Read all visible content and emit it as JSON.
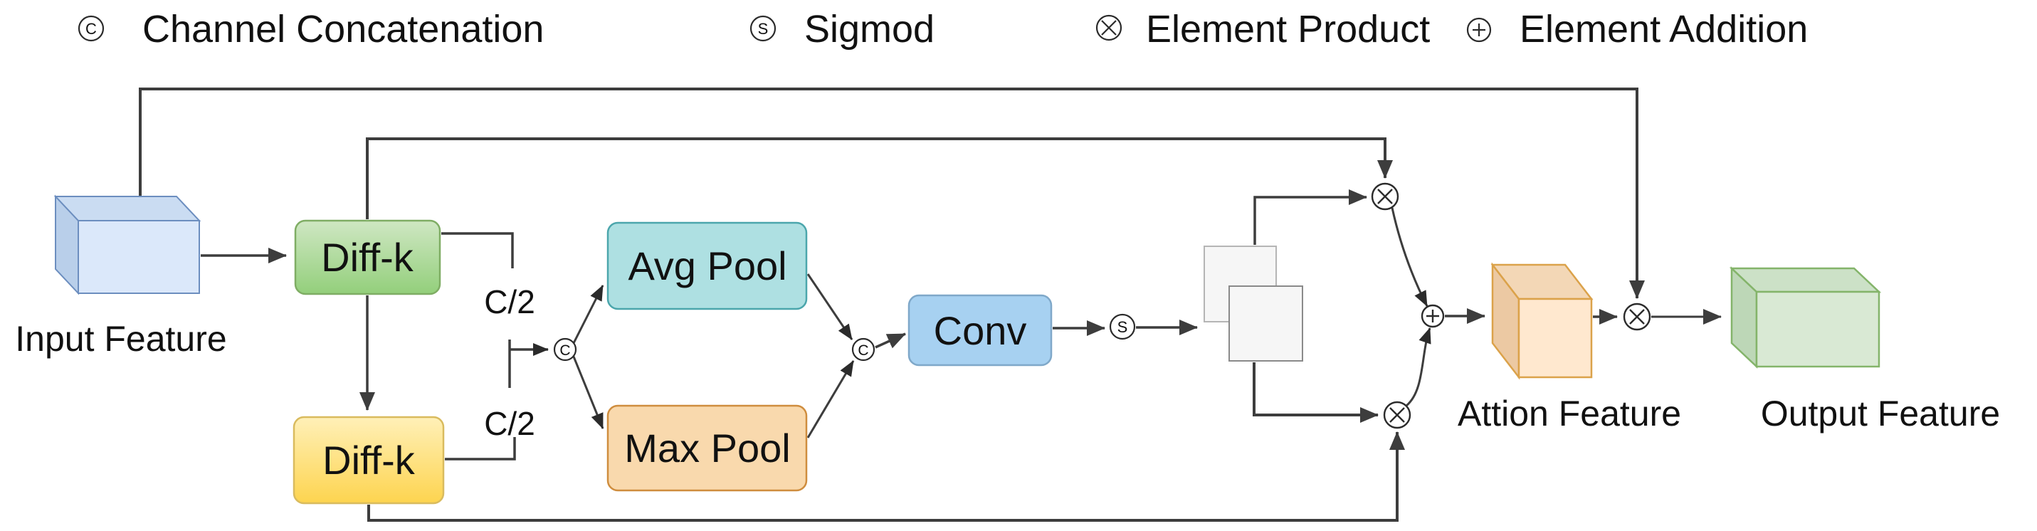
{
  "legend": {
    "items": [
      {
        "symbol": "C",
        "icon": "circled-c",
        "label": "Channel Concatenation"
      },
      {
        "symbol": "S",
        "icon": "circled-s",
        "label": "Sigmod"
      },
      {
        "symbol": "x",
        "icon": "circled-x",
        "label": "Element Product"
      },
      {
        "symbol": "+",
        "icon": "circled-plus",
        "label": "Element Addition"
      }
    ]
  },
  "nodes": {
    "input_feature": {
      "label": "Input Feature"
    },
    "diff_k_top": {
      "label": "Diff-k"
    },
    "diff_k_bottom": {
      "label": "Diff-k"
    },
    "avg_pool": {
      "label": "Avg Pool"
    },
    "max_pool": {
      "label": "Max Pool"
    },
    "conv": {
      "label": "Conv"
    },
    "attention_feature": {
      "label": "Attion Feature"
    },
    "output_feature": {
      "label": "Output Feature"
    }
  },
  "split": {
    "top_label": "C/2",
    "bottom_label": "C/2"
  },
  "operators": {
    "concat": "C",
    "sigmoid": "S"
  },
  "colors": {
    "edge": "#3d3d3d",
    "input_cube_fill": "#dbe8fa",
    "input_cube_stroke": "#6c8ebf",
    "diffk_green_fill": "#cfe7c3",
    "diffk_green_deep": "#93cf7b",
    "diffk_green_stroke": "#7fad64",
    "diffk_yellow_fill": "#fff0b8",
    "diffk_yellow_deep": "#fdd44f",
    "diffk_yellow_stroke": "#d9bb5e",
    "avg_pool_fill": "#aee0e2",
    "avg_pool_stroke": "#4ba6ac",
    "max_pool_fill": "#f9d9ad",
    "max_pool_stroke": "#cf8d3e",
    "conv_fill": "#a7d1f1",
    "conv_stroke": "#7fa8c9",
    "mask_fill": "#f6f6f6",
    "mask_stroke": "#8a8a8a",
    "attention_cube_fill": "#ffe8cf",
    "attention_cube_stroke": "#dba24a",
    "output_cube_fill": "#d9e9d4",
    "output_cube_stroke": "#84b46a"
  }
}
